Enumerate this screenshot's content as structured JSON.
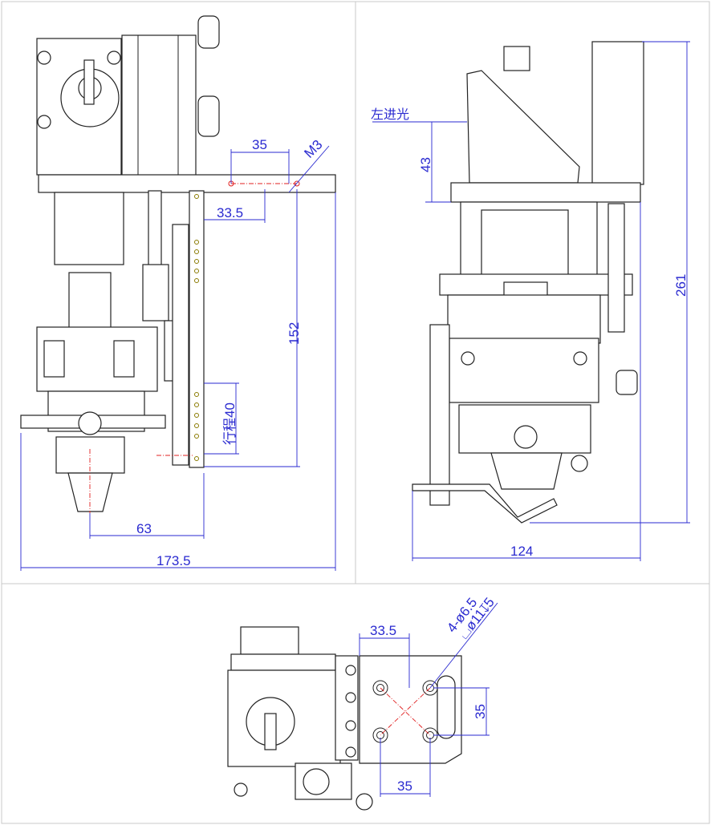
{
  "colors": {
    "dimension": "#2a2ad0",
    "centerline": "#e02020",
    "outline": "#222222"
  },
  "front_view": {
    "dims": {
      "top_offset": "35",
      "thread": "M3",
      "slot_offset": "33.5",
      "height": "152",
      "stroke": "行程40",
      "nozzle_offset": "63",
      "total_width": "173.5"
    }
  },
  "side_view": {
    "dims": {
      "entry_label": "左进光",
      "entry_height": "43",
      "total_height": "261",
      "width": "124"
    }
  },
  "bottom_view": {
    "dims": {
      "hole_offset": "33.5",
      "holes": "4-ø6.5",
      "counterbore": "⌴ø11↧5",
      "vertical_spacing": "35",
      "horizontal_spacing": "35"
    }
  }
}
